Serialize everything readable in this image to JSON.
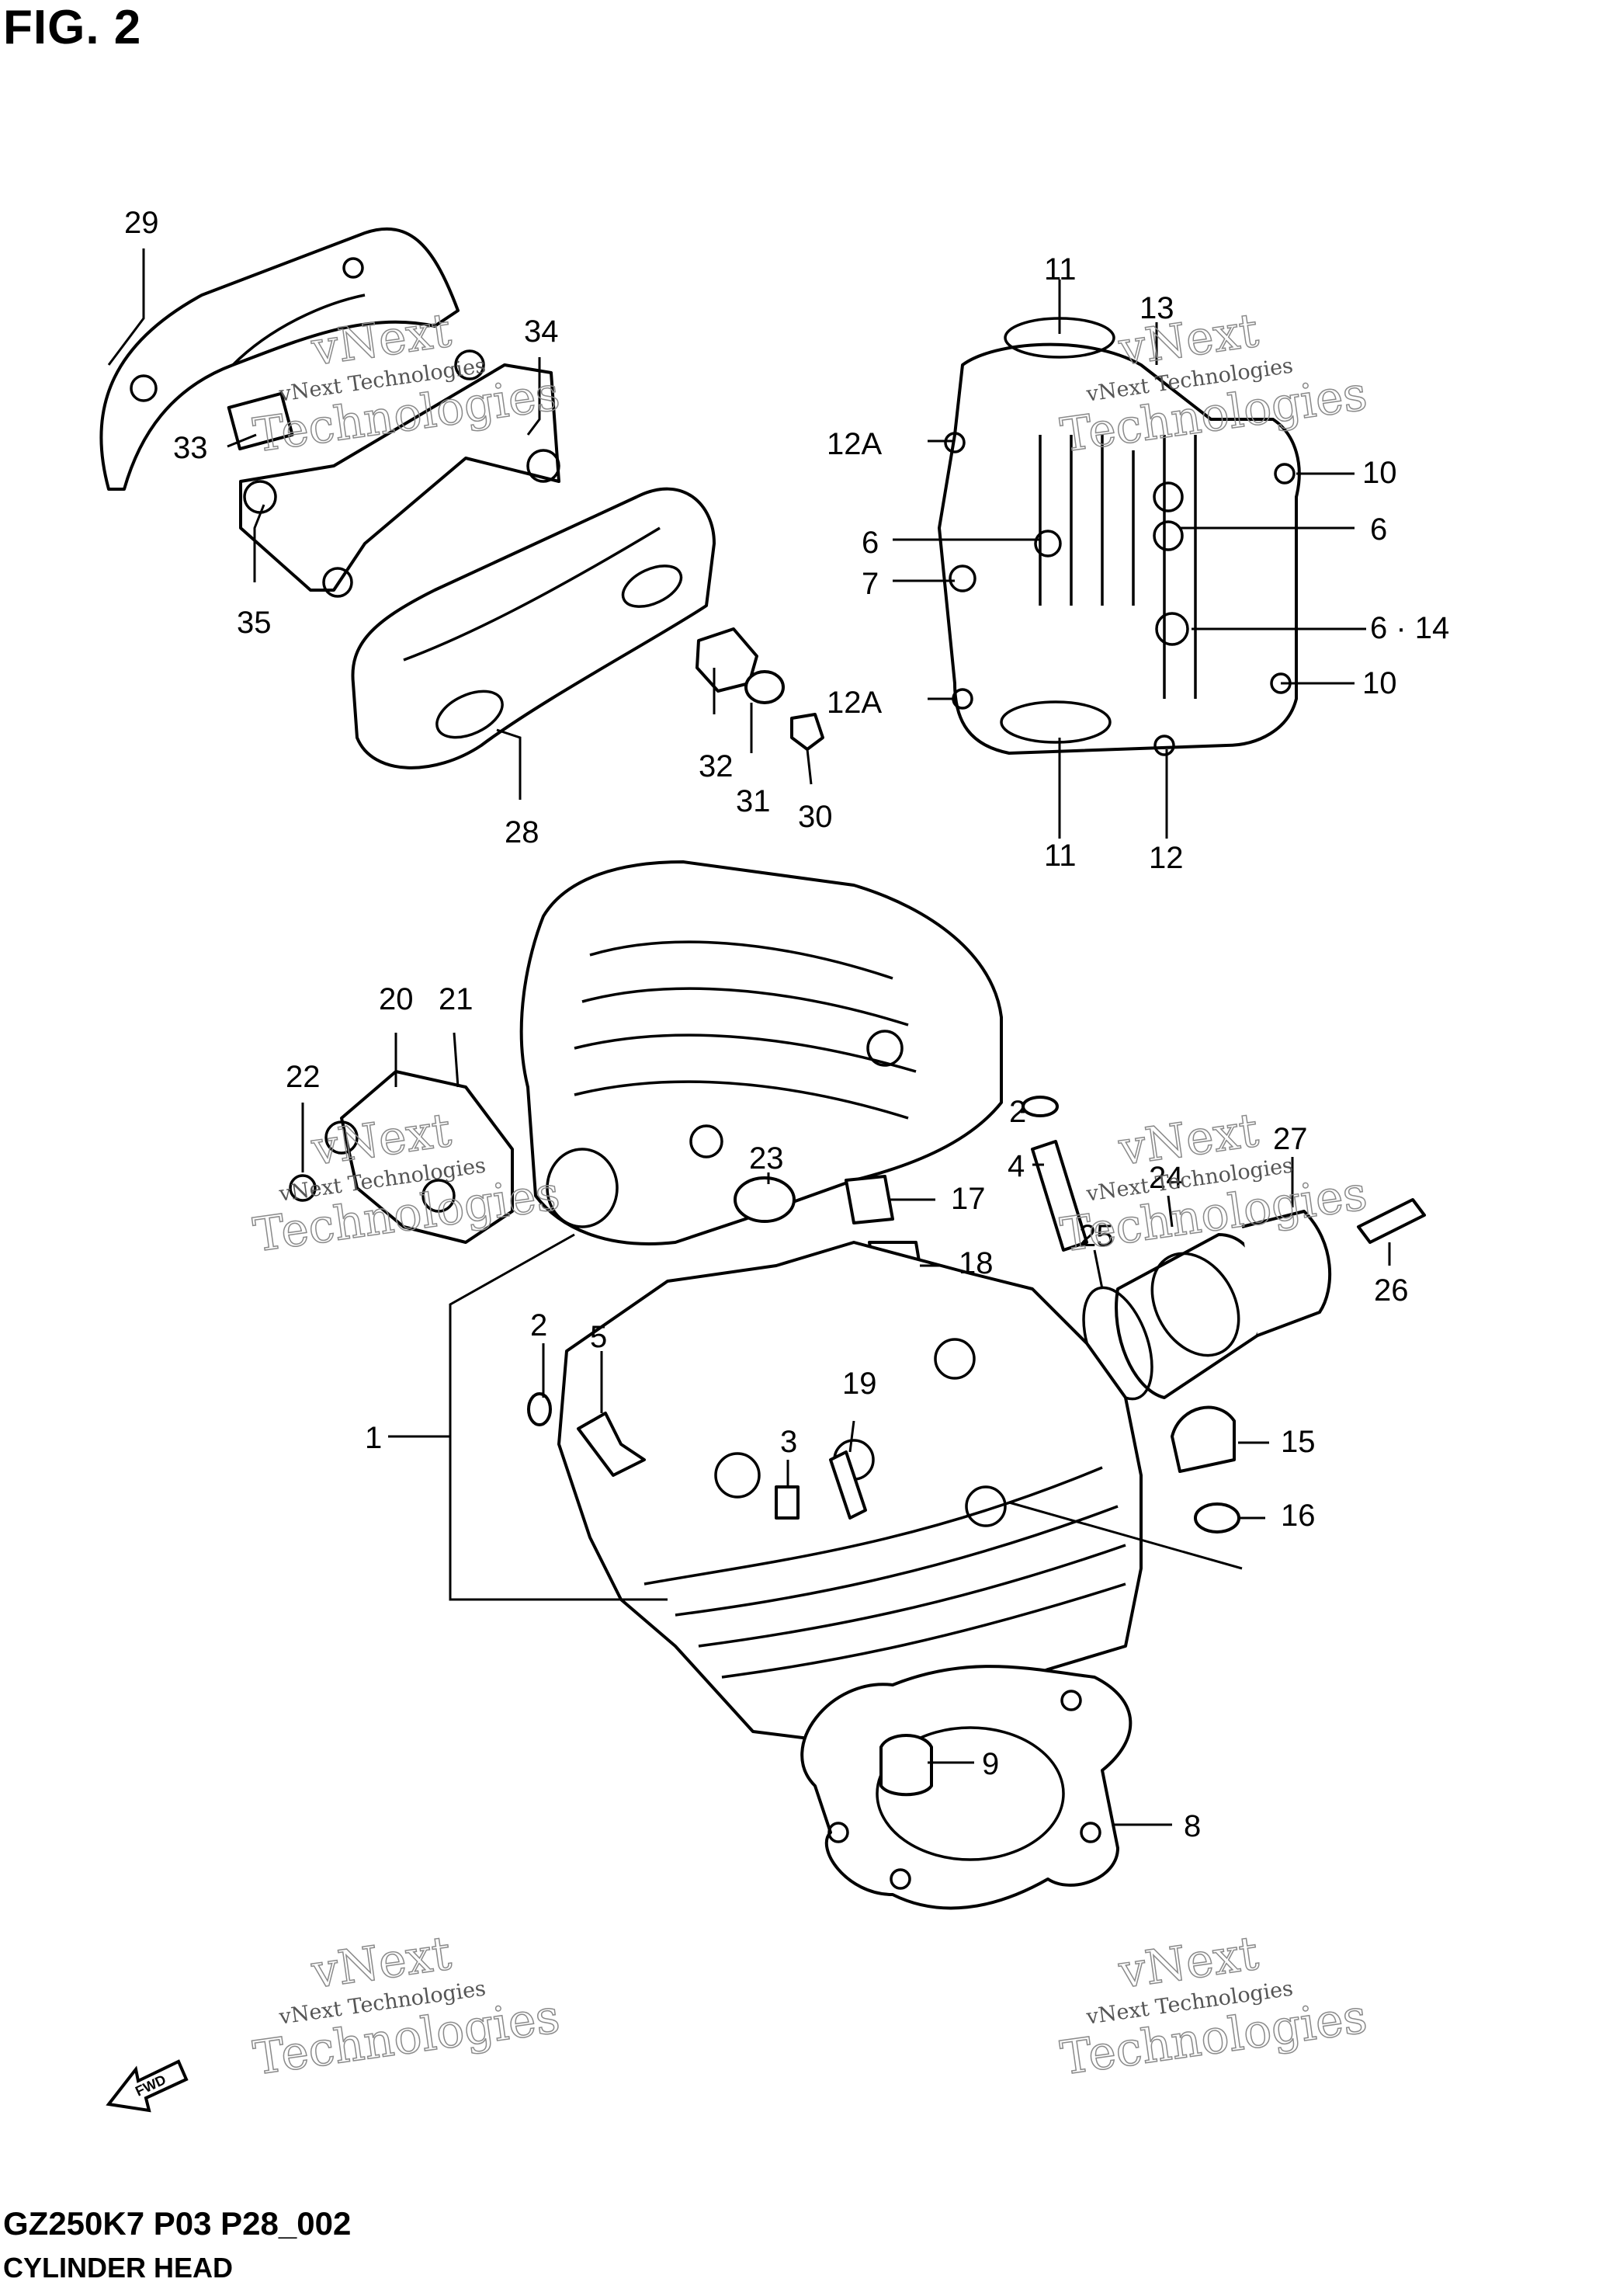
{
  "figure": {
    "title": "FIG. 2",
    "footer_code": "GZ250K7 P03 P28_002",
    "footer_caption": "CYLINDER HEAD"
  },
  "fwd_label": "FWD",
  "watermark": {
    "line1": "vNext",
    "line2": "vNext Technologies",
    "line3": "Technologies"
  },
  "callouts": {
    "c1": "1",
    "c2a": "2",
    "c2b": "2",
    "c3": "3",
    "c4": "4",
    "c5": "5",
    "c6a": "6",
    "c6b": "6",
    "c6_14": "6 · 14",
    "c7": "7",
    "c8": "8",
    "c9": "9",
    "c10a": "10",
    "c10b": "10",
    "c11a": "11",
    "c11b": "11",
    "c12": "12",
    "c12Aa": "12A",
    "c12Ab": "12A",
    "c13": "13",
    "c15": "15",
    "c16": "16",
    "c17": "17",
    "c18": "18",
    "c19": "19",
    "c20": "20",
    "c21": "21",
    "c22": "22",
    "c23": "23",
    "c24": "24",
    "c25": "25",
    "c26": "26",
    "c27": "27",
    "c28": "28",
    "c29": "29",
    "c30": "30",
    "c31": "31",
    "c32": "32",
    "c33": "33",
    "c34": "34",
    "c35": "35"
  },
  "colors": {
    "line": "#000000",
    "background": "#ffffff",
    "watermark": "#8a8a8a"
  }
}
